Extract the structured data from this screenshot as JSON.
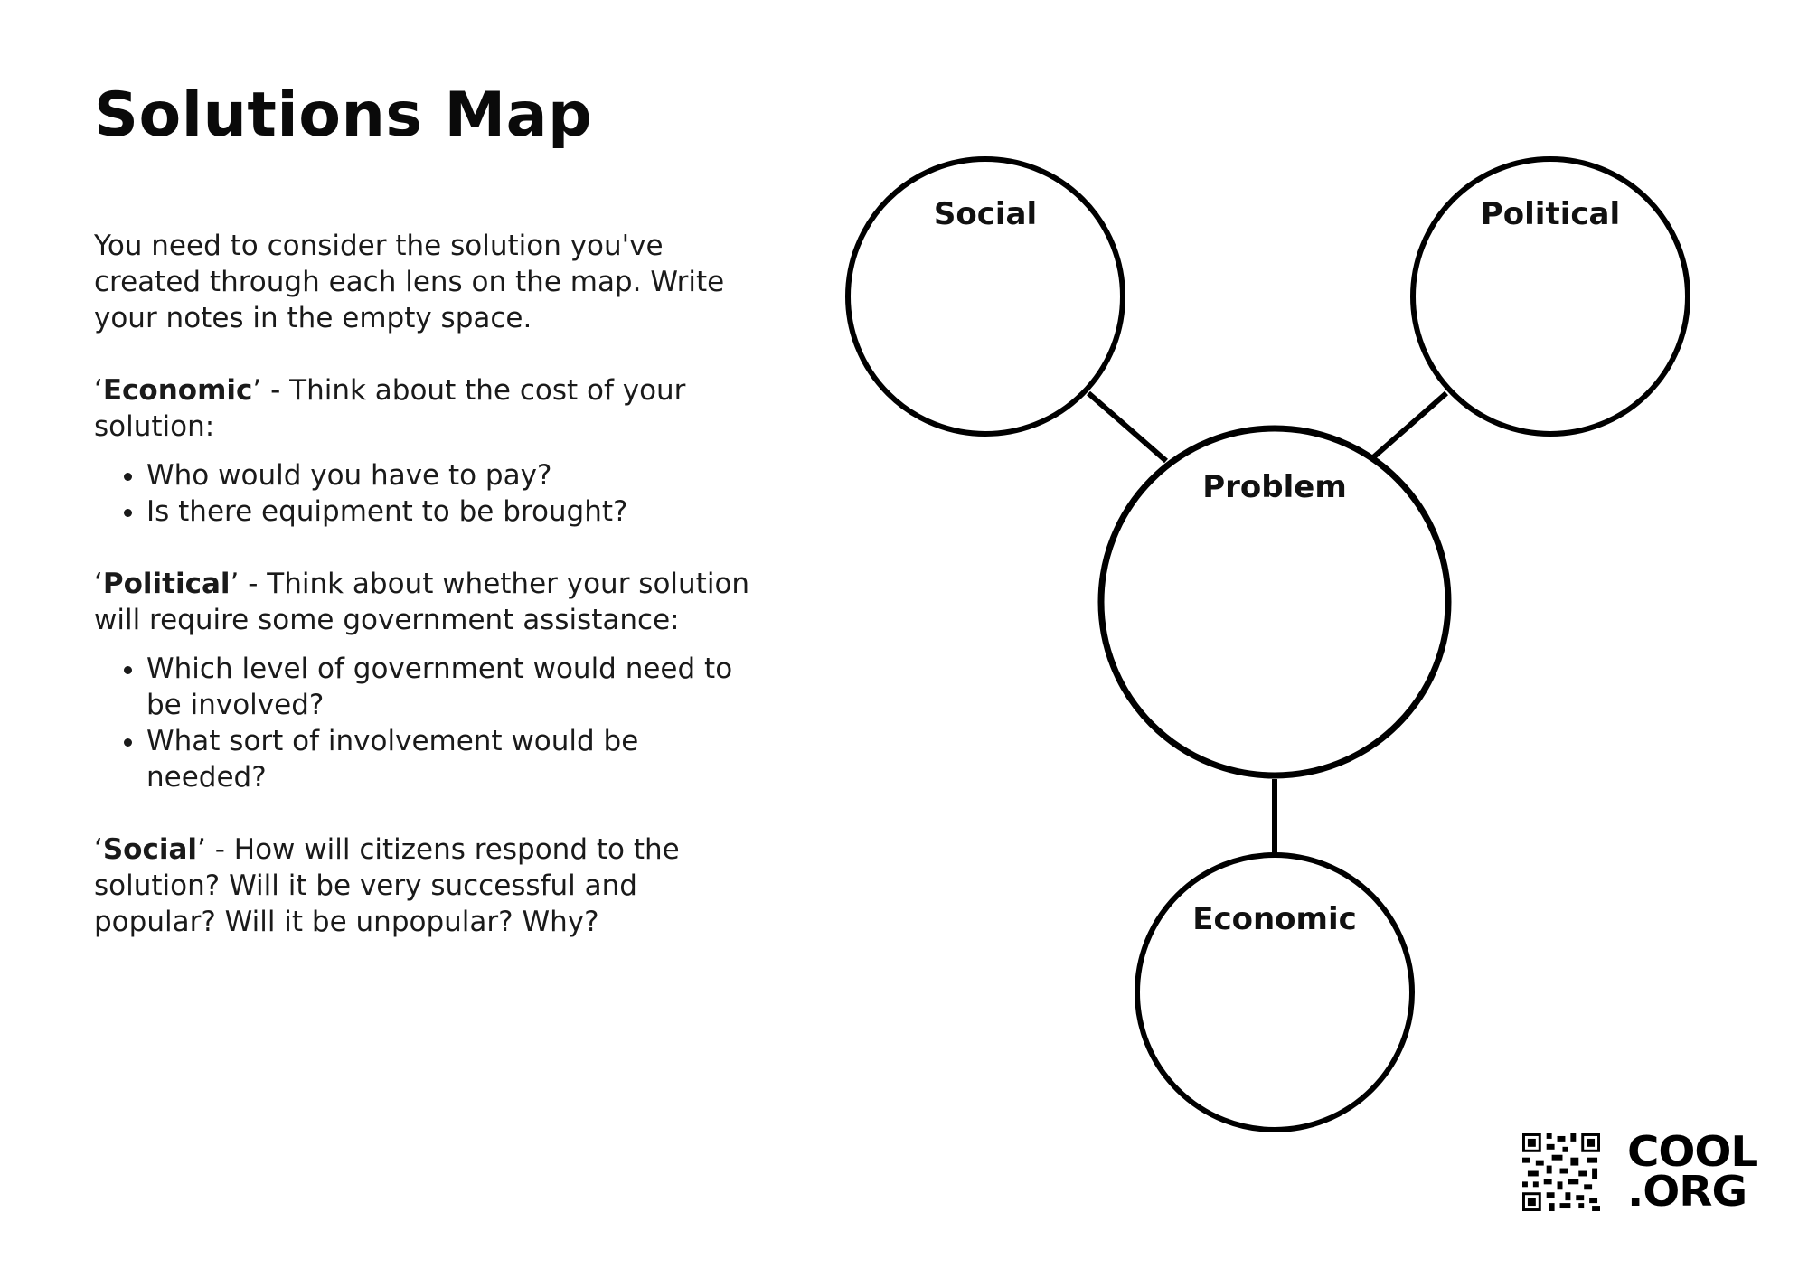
{
  "title": "Solutions Map",
  "intro": "You need to consider the solution you've created through each lens on the map. Write your notes in the empty space.",
  "sections": [
    {
      "term": "Economic",
      "description": " - Think about the cost of your solution:",
      "bullets": [
        "Who would you have to pay?",
        "Is there equipment to be brought?"
      ]
    },
    {
      "term": "Political",
      "description": " - Think about whether your solution will require some government assistance:",
      "bullets": [
        "Which level of government would need to be involved?",
        "What sort of involvement would be needed?"
      ]
    },
    {
      "term": "Social",
      "description": " - How will citizens respond to the solution? Will it be very successful and popular? Will it be unpopular? Why?",
      "bullets": []
    }
  ],
  "map": {
    "center": "Problem",
    "social": "Social",
    "political": "Political",
    "economic": "Economic"
  },
  "logo": {
    "line1": "COOL",
    "line2": ".ORG"
  }
}
